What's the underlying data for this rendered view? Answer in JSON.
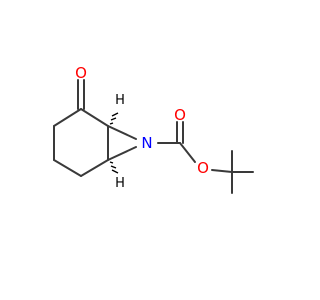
{
  "molecule": {
    "atoms": {
      "ketone_o": "O",
      "nitrogen": "N",
      "ester_o_double": "O",
      "ester_o_single": "O",
      "stereo_h_top": "H",
      "stereo_h_bottom": "H"
    },
    "colors": {
      "bond": "#3a3a3a",
      "oxygen": "#ff0000",
      "nitrogen": "#0000ff",
      "hydrogen": "#000000"
    }
  }
}
